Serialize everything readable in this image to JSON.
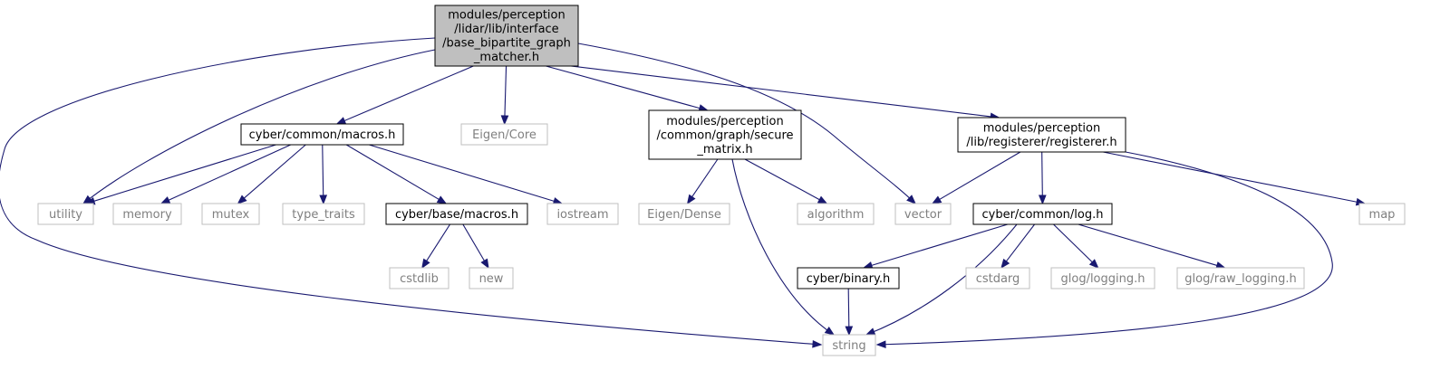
{
  "nodes": {
    "base_bipartite_graph_matcher": {
      "lines": [
        "modules/perception",
        "/lidar/lib/interface",
        "/base_bipartite_graph",
        "_matcher.h"
      ],
      "kind": "root"
    },
    "cyber_common_macros": {
      "lines": [
        "cyber/common/macros.h"
      ],
      "kind": "local"
    },
    "eigen_core": {
      "lines": [
        "Eigen/Core"
      ],
      "kind": "system"
    },
    "secure_matrix": {
      "lines": [
        "modules/perception",
        "/common/graph/secure",
        "_matrix.h"
      ],
      "kind": "local"
    },
    "registerer": {
      "lines": [
        "modules/perception",
        "/lib/registerer/registerer.h"
      ],
      "kind": "local"
    },
    "utility": {
      "lines": [
        "utility"
      ],
      "kind": "system"
    },
    "memory": {
      "lines": [
        "memory"
      ],
      "kind": "system"
    },
    "mutex": {
      "lines": [
        "mutex"
      ],
      "kind": "system"
    },
    "type_traits": {
      "lines": [
        "type_traits"
      ],
      "kind": "system"
    },
    "cyber_base_macros": {
      "lines": [
        "cyber/base/macros.h"
      ],
      "kind": "local"
    },
    "iostream": {
      "lines": [
        "iostream"
      ],
      "kind": "system"
    },
    "eigen_dense": {
      "lines": [
        "Eigen/Dense"
      ],
      "kind": "system"
    },
    "algorithm": {
      "lines": [
        "algorithm"
      ],
      "kind": "system"
    },
    "vector": {
      "lines": [
        "vector"
      ],
      "kind": "system"
    },
    "cyber_common_log": {
      "lines": [
        "cyber/common/log.h"
      ],
      "kind": "local"
    },
    "map": {
      "lines": [
        "map"
      ],
      "kind": "system"
    },
    "cstdlib": {
      "lines": [
        "cstdlib"
      ],
      "kind": "system"
    },
    "new": {
      "lines": [
        "new"
      ],
      "kind": "system"
    },
    "cyber_binary": {
      "lines": [
        "cyber/binary.h"
      ],
      "kind": "local"
    },
    "cstdarg": {
      "lines": [
        "cstdarg"
      ],
      "kind": "system"
    },
    "glog_logging": {
      "lines": [
        "glog/logging.h"
      ],
      "kind": "system"
    },
    "glog_raw_logging": {
      "lines": [
        "glog/raw_logging.h"
      ],
      "kind": "system"
    },
    "string": {
      "lines": [
        "string"
      ],
      "kind": "system"
    }
  },
  "edges": [
    [
      "base_bipartite_graph_matcher",
      "cyber_common_macros"
    ],
    [
      "base_bipartite_graph_matcher",
      "eigen_core"
    ],
    [
      "base_bipartite_graph_matcher",
      "secure_matrix"
    ],
    [
      "base_bipartite_graph_matcher",
      "registerer"
    ],
    [
      "base_bipartite_graph_matcher",
      "utility"
    ],
    [
      "base_bipartite_graph_matcher",
      "vector"
    ],
    [
      "base_bipartite_graph_matcher",
      "string"
    ],
    [
      "cyber_common_macros",
      "utility"
    ],
    [
      "cyber_common_macros",
      "memory"
    ],
    [
      "cyber_common_macros",
      "mutex"
    ],
    [
      "cyber_common_macros",
      "type_traits"
    ],
    [
      "cyber_common_macros",
      "cyber_base_macros"
    ],
    [
      "cyber_common_macros",
      "iostream"
    ],
    [
      "cyber_base_macros",
      "cstdlib"
    ],
    [
      "cyber_base_macros",
      "new"
    ],
    [
      "secure_matrix",
      "eigen_dense"
    ],
    [
      "secure_matrix",
      "algorithm"
    ],
    [
      "secure_matrix",
      "string"
    ],
    [
      "registerer",
      "vector"
    ],
    [
      "registerer",
      "cyber_common_log"
    ],
    [
      "registerer",
      "map"
    ],
    [
      "registerer",
      "string"
    ],
    [
      "cyber_common_log",
      "cyber_binary"
    ],
    [
      "cyber_common_log",
      "cstdarg"
    ],
    [
      "cyber_common_log",
      "glog_logging"
    ],
    [
      "cyber_common_log",
      "glog_raw_logging"
    ],
    [
      "cyber_common_log",
      "string"
    ],
    [
      "cyber_binary",
      "string"
    ]
  ],
  "colors": {
    "edge": "#191970",
    "root_fill": "#bfbfbf",
    "local_border": "#000000",
    "system_border": "#bfbfbf",
    "system_text": "#7f7f7f"
  }
}
